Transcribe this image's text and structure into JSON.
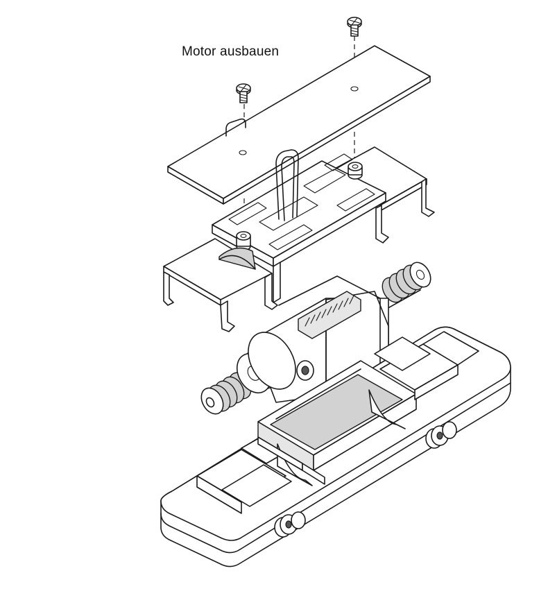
{
  "caption": {
    "text": "Motor ausbauen"
  },
  "colors": {
    "line": "#1a1a1a",
    "shade": "#d2d2d2",
    "background": "#ffffff"
  },
  "parts": [
    "screw-icon",
    "cover-plate",
    "motor-holder-bracket",
    "motor",
    "chassis-frame"
  ]
}
